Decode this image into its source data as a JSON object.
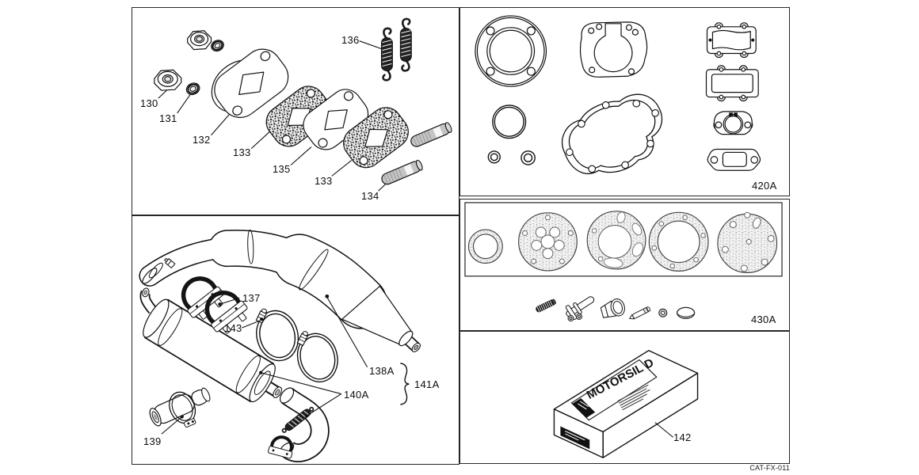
{
  "catalog_code": "CAT-FX-011",
  "manifold": {
    "nut": "130",
    "washer": "131",
    "flange": "132",
    "gasket_a": "133",
    "spacer": "135",
    "gasket_b": "133",
    "stud": "134",
    "springs": "136"
  },
  "exhaust": {
    "clamp": "137",
    "hose_clamp": "143",
    "chamber": "138A",
    "assembly": "141A",
    "silencer_group": "140A",
    "mount": "139"
  },
  "gasket_set": {
    "code": "420A"
  },
  "overhaul_kit": {
    "code": "430A"
  },
  "sealant": {
    "part": "142",
    "box_title": "MOTORSIL D"
  }
}
